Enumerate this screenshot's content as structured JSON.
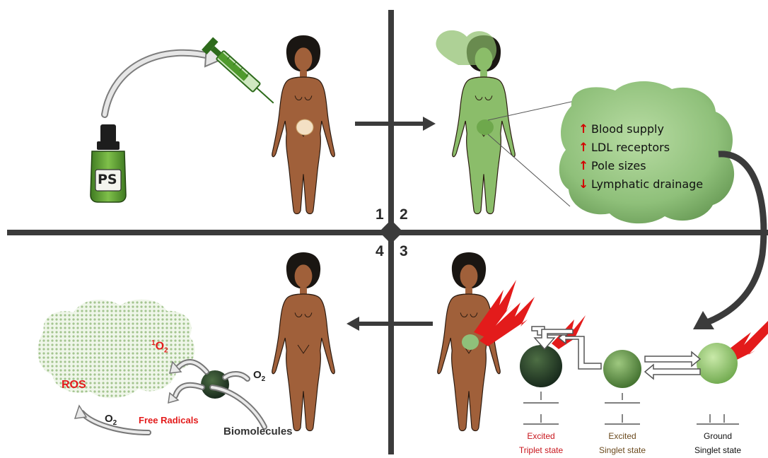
{
  "quadrants": {
    "q1": "1",
    "q2": "2",
    "q3": "3",
    "q4": "4"
  },
  "bottle_label": "PS",
  "tumor_properties": [
    {
      "arrow": "↑",
      "text": "Blood supply"
    },
    {
      "arrow": "↑",
      "text": "LDL receptors"
    },
    {
      "arrow": "↑",
      "text": "Pole sizes"
    },
    {
      "arrow": "↓",
      "text": "Lymphatic drainage"
    }
  ],
  "energy_states": [
    {
      "line1": "Excited",
      "line2": "Triplet state"
    },
    {
      "line1": "Excited",
      "line2": "Singlet state"
    },
    {
      "line1": "Ground",
      "line2": "Singlet state"
    }
  ],
  "reaction": {
    "singlet_oxygen_sup": "1",
    "singlet_oxygen": "O",
    "singlet_oxygen_sub": "2",
    "ros": "ROS",
    "o2_a": "O",
    "o2_a_sub": "2",
    "o2_b": "O",
    "o2_b_sub": "2",
    "free_radicals": "Free Radicals",
    "biomolecules": "Biomolecules"
  },
  "colors": {
    "divider": "#3b3b3b",
    "skin": "#a0603a",
    "green_body": "#8bbd6a",
    "tumor": "#8fc07a",
    "laser": "#e31b1b"
  }
}
